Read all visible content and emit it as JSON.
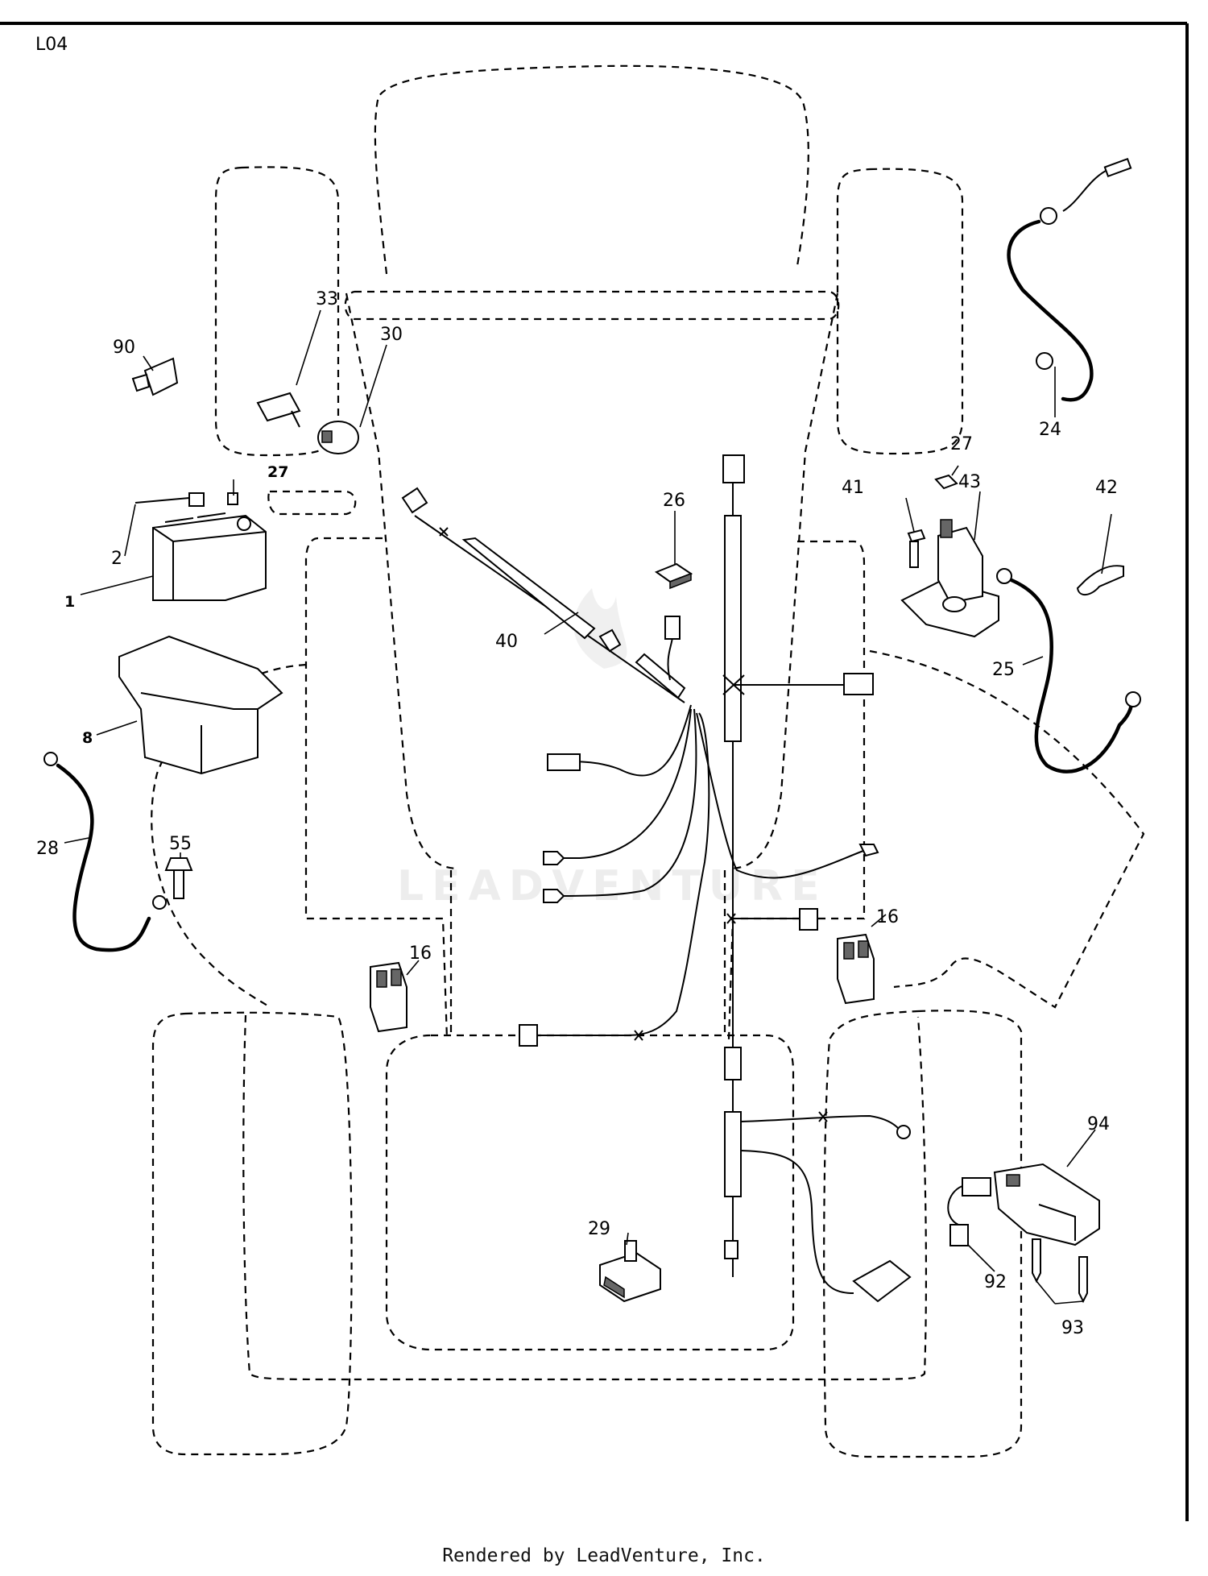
{
  "page_code": "L04",
  "footer": "Rendered by LeadVenture, Inc.",
  "watermark": {
    "text": "LEADVENTURE",
    "logo_icon": "flame-logo-icon"
  },
  "callouts": {
    "c1": "1",
    "c2": "2",
    "c8": "8",
    "c16a": "16",
    "c16b": "16",
    "c24": "24",
    "c25": "25",
    "c26": "26",
    "c27a": "27",
    "c27b": "27",
    "c28": "28",
    "c29": "29",
    "c30": "30",
    "c33": "33",
    "c40": "40",
    "c41": "41",
    "c42": "42",
    "c43": "43",
    "c55": "55",
    "c90": "90",
    "c92": "92",
    "c93": "93",
    "c94": "94"
  },
  "colors": {
    "line": "#000000",
    "background": "#ffffff"
  }
}
